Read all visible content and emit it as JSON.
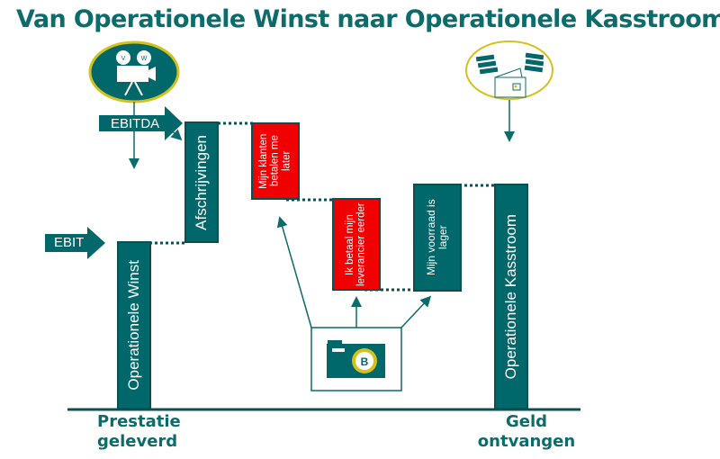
{
  "title": "Van Operationele Winst naar Operationele Kasstroom",
  "colors": {
    "teal": "#00676a",
    "teal_dark": "#0a4f52",
    "red": "#f00000",
    "gold": "#d4c21a",
    "title_teal": "#0c6b6b"
  },
  "icons": {
    "camera_left": {
      "name": "film-camera-icon",
      "reels": [
        "V",
        "W"
      ]
    },
    "wallet_right": {
      "name": "wallet-money-icon"
    },
    "camera_bottom": {
      "name": "photo-camera-icon",
      "badge": "B"
    }
  },
  "arrows": {
    "ebitda": "EBITDA",
    "ebit": "EBIT"
  },
  "bars": [
    {
      "label": "Operationele Winst",
      "color": "teal"
    },
    {
      "label": "Afschrijvingen",
      "color": "teal"
    },
    {
      "label": "Mijn klanten betalen me later",
      "color": "red"
    },
    {
      "label": "Ik betaal mijn leverancier eerder",
      "color": "red"
    },
    {
      "label": "Mijn voorraad is lager",
      "color": "teal"
    },
    {
      "label": "Operationele Kasstroom",
      "color": "teal"
    }
  ],
  "bottom_labels": {
    "left": "Prestatie geleverd",
    "right": "Geld ontvangen"
  }
}
